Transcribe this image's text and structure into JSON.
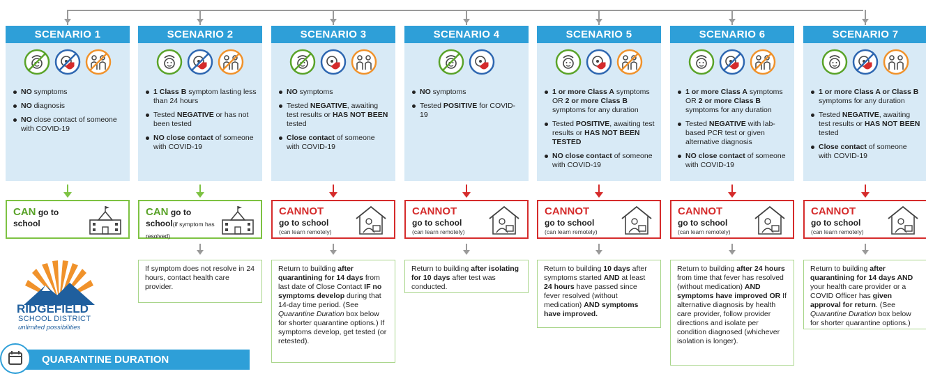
{
  "scenarios": [
    {
      "title": "SCENARIO 1",
      "icons": [
        "symptoms-face-icon-crossed",
        "virus-shield-icon-crossed",
        "close-contact-icon-crossed"
      ],
      "criteria": [
        [
          "NO",
          " symptoms"
        ],
        [
          "NO",
          " diagnosis"
        ],
        [
          "NO",
          " close contact of someone with COVID-19"
        ]
      ],
      "decision": {
        "status": "CAN",
        "status_rest": " go to school",
        "note": "",
        "color": "#7dc242"
      }
    },
    {
      "title": "SCENARIO 2",
      "icons": [
        "symptoms-face-icon",
        "virus-shield-icon-crossed",
        "close-contact-icon-crossed"
      ],
      "criteria": [
        [
          "1 Class B",
          " symptom lasting less than 24 hours"
        ],
        [
          "Tested ",
          "NEGATIVE",
          " or has not been tested"
        ],
        [
          "NO close contact",
          " of someone with COVID-19"
        ]
      ],
      "decision": {
        "status": "CAN",
        "status_rest": " go to school",
        "note": "(if symptom has resolved)",
        "color": "#7dc242"
      },
      "info": "If symptom does not resolve in 24 hours, contact health care provider."
    },
    {
      "title": "SCENARIO 3",
      "icons": [
        "symptoms-face-icon-crossed",
        "virus-shield-icon",
        "close-contact-icon"
      ],
      "criteria": [
        [
          "NO",
          " symptoms"
        ],
        [
          "Tested ",
          "NEGATIVE",
          ", awaiting test results or ",
          "HAS NOT BEEN",
          " tested"
        ],
        [
          "Close contact",
          " of someone with COVID-19"
        ]
      ],
      "decision": {
        "status": "CANNOT",
        "status_rest": "go to school",
        "note": "(can learn remotely)",
        "color": "#d52b2b"
      },
      "info_parts": [
        "Return to building ",
        "after quarantining for 14 days",
        " from last date of Close Contact ",
        "IF no symptoms develop",
        " during that 14-day time period. (See ",
        "Quarantine Duration",
        " box below for shorter quarantine options.) If symptoms develop, get tested (or retested)."
      ]
    },
    {
      "title": "SCENARIO 4",
      "icons": [
        "symptoms-face-icon-crossed",
        "virus-shield-icon"
      ],
      "criteria": [
        [
          "NO",
          " symptoms"
        ],
        [
          "Tested ",
          "POSITIVE",
          " for COVID-19"
        ]
      ],
      "decision": {
        "status": "CANNOT",
        "status_rest": "go to school",
        "note": "(can learn remotely)",
        "color": "#d52b2b"
      },
      "info_parts": [
        "Return to building ",
        "after isolating for 10 days",
        " after test was conducted."
      ]
    },
    {
      "title": "SCENARIO 5",
      "icons": [
        "symptoms-face-icon",
        "virus-shield-icon",
        "close-contact-icon-crossed"
      ],
      "criteria": [
        [
          "1 or more Class A",
          " symptoms OR ",
          "2 or more Class B",
          " symptoms for any duration"
        ],
        [
          "Tested ",
          "POSITIVE",
          ", awaiting test results or ",
          "HAS NOT BEEN TESTED"
        ],
        [
          "NO close contact",
          " of someone with COVID-19"
        ]
      ],
      "decision": {
        "status": "CANNOT",
        "status_rest": "go to school",
        "note": "(can learn remotely)",
        "color": "#d52b2b"
      },
      "info_parts": [
        "Return to building ",
        "10 days",
        " after symptoms started ",
        "AND",
        " at least ",
        "24 hours",
        " have passed since fever resolved (without medication) ",
        "AND symptoms have improved."
      ]
    },
    {
      "title": "SCENARIO 6",
      "icons": [
        "symptoms-face-icon",
        "virus-shield-icon-crossed",
        "close-contact-icon-crossed"
      ],
      "criteria": [
        [
          "1 or more Class A",
          " symptoms OR ",
          "2 or more Class B",
          " symptoms for any duration"
        ],
        [
          "Tested ",
          "NEGATIVE",
          " with lab-based PCR test or given alternative diagnosis"
        ],
        [
          "NO close contact",
          " of someone with COVID-19"
        ]
      ],
      "decision": {
        "status": "CANNOT",
        "status_rest": "go to school",
        "note": "(can learn remotely)",
        "color": "#d52b2b"
      },
      "info_parts": [
        "Return to building ",
        "after 24 hours",
        " from time that fever has resolved (without medication) ",
        "AND symptoms have improved OR",
        " If alternative diagnosis by health care provider, follow provider directions and isolate per condition diagnosed (whichever isolation is longer)."
      ]
    },
    {
      "title": "SCENARIO 7",
      "icons": [
        "symptoms-face-icon",
        "virus-shield-icon-crossed",
        "close-contact-icon"
      ],
      "criteria": [
        [
          "1 or more Class A or Class B",
          " symptoms for any duration"
        ],
        [
          "Tested ",
          "NEGATIVE",
          ", awaiting test results or ",
          "HAS NOT BEEN",
          " tested"
        ],
        [
          "Close contact",
          " of someone with COVID-19"
        ]
      ],
      "decision": {
        "status": "CANNOT",
        "status_rest": "go to school",
        "note": "(can learn remotely)",
        "color": "#d52b2b"
      },
      "info_parts": [
        "Return to building ",
        "after quarantining for 14 days AND",
        " your health care provider or a COVID Officer has ",
        " given approval for return",
        ". (See ",
        "Quarantine Duration",
        " box below for shorter quarantine options.)"
      ]
    }
  ],
  "logo": {
    "line1": "RIDGEFIELD",
    "line2": "SCHOOL DISTRICT",
    "tagline": "unlimited possibilities"
  },
  "quarantine_bar": {
    "label": "QUARANTINE DURATION"
  },
  "colors": {
    "header_blue": "#2e9fd8",
    "panel_blue": "#d8eaf6",
    "green": "#7dc242",
    "red": "#d52b2b",
    "orange": "#f0922b"
  }
}
